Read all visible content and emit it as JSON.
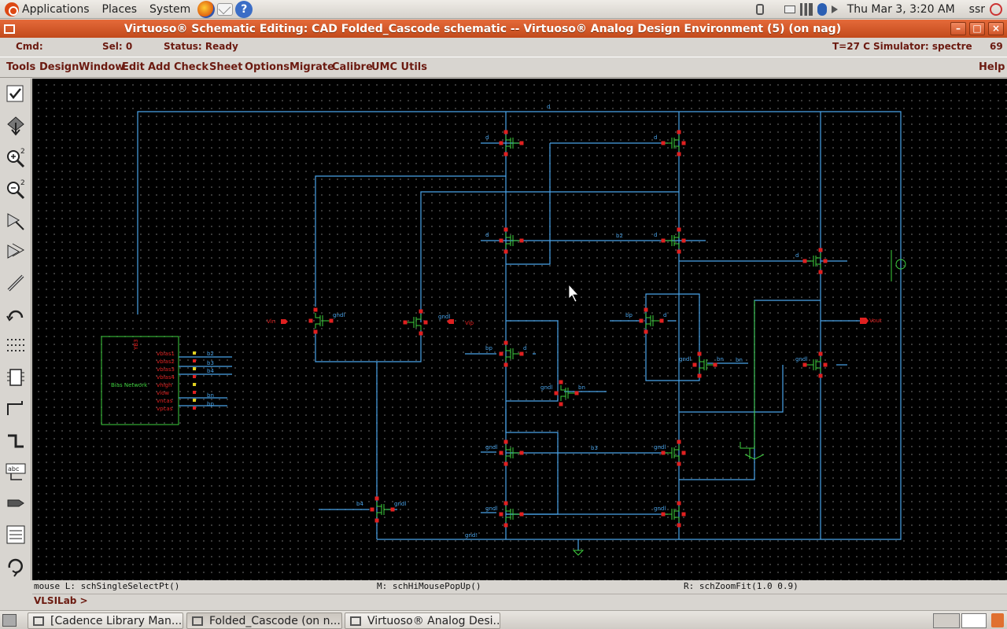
{
  "top_panel": {
    "menus": [
      "Applications",
      "Places",
      "System"
    ],
    "clock": "Thu Mar  3,  3:20 AM",
    "user": "ssr"
  },
  "window": {
    "title": "Virtuoso® Schematic Editing: CAD Folded_Cascode schematic -- Virtuoso® Analog Design Environment (5) (on nag)"
  },
  "status": {
    "cmd": "Cmd:",
    "sel": "Sel: 0",
    "status": "Status: Ready",
    "temp": "T=27  C",
    "simulator": "Simulator: spectre",
    "count": "69"
  },
  "menubar": {
    "items": [
      "Tools",
      "Design",
      "Window",
      "Edit",
      "Add",
      "Check",
      "Sheet",
      "Options",
      "Migrate",
      "Calibre",
      "UMC Utils"
    ],
    "help": "Help"
  },
  "schematic": {
    "net_d_top": "d",
    "vin": "Vin",
    "vip": "Vip",
    "vout": "Vout",
    "gnd_bottom": "gndl",
    "bias_block": {
      "title": "Bias Network",
      "ref": "YB3",
      "pins": [
        "vbias1",
        "vbias2",
        "vbias3",
        "vbias4",
        "vhigh",
        "vlow",
        "vncas",
        "vpcas"
      ],
      "outputs": [
        "b2",
        "b3",
        "b4",
        "bn",
        "bp"
      ]
    },
    "labels": {
      "d": "d",
      "b2": "b2",
      "b3": "b3",
      "b4": "b4",
      "bn": "bn",
      "bp": "bp",
      "gndl": "gndl",
      "gndl2": "gnd!"
    },
    "colors": {
      "wire": "#4aa3e8",
      "pin": "#e02020",
      "device": "#3ecf3e",
      "text": "#e02020"
    }
  },
  "mouse_help": {
    "left": "mouse L: schSingleSelectPt()",
    "middle": "M: schHiMousePopUp()",
    "right": "R: schZoomFit(1.0 0.9)"
  },
  "command_line": "VLSILab >",
  "taskbar": {
    "tasks": [
      "[Cadence Library Man...",
      "Folded_Cascode (on n...",
      "Virtuoso® Analog Desi..."
    ]
  },
  "toolbar_icons": [
    "check-save-icon",
    "descend-icon",
    "zoom-in-icon",
    "zoom-out-icon",
    "stretch-icon",
    "copy-icon",
    "wire-icon",
    "undo-icon",
    "grid-icon",
    "instance-icon",
    "wire-narrow-icon",
    "wire-wide-icon",
    "label-icon",
    "pin-icon",
    "property-icon",
    "repeat-icon"
  ]
}
